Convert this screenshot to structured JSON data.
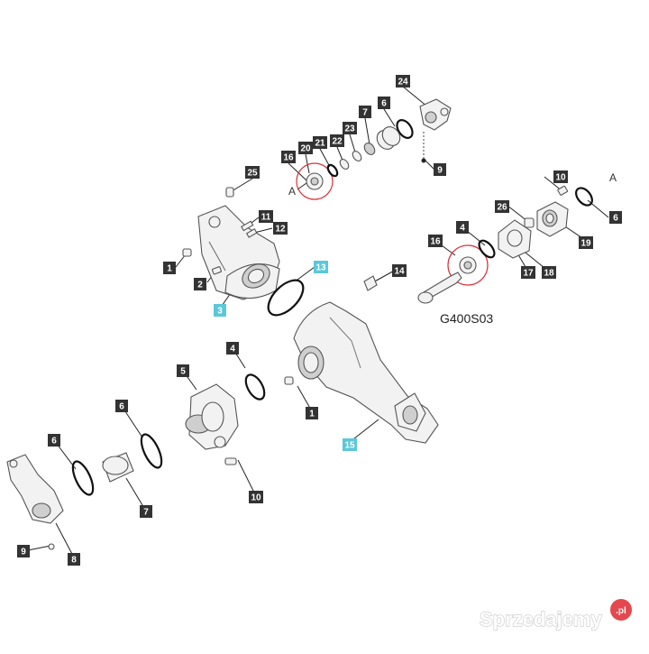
{
  "diagram": {
    "reference_code": "G400S03",
    "detail_letter": "A",
    "callouts": [
      {
        "id": "c24",
        "label": "24",
        "highlight": false
      },
      {
        "id": "c6a",
        "label": "6",
        "highlight": false
      },
      {
        "id": "c7a",
        "label": "7",
        "highlight": false
      },
      {
        "id": "c23",
        "label": "23",
        "highlight": false
      },
      {
        "id": "c20",
        "label": "20",
        "highlight": false
      },
      {
        "id": "c21",
        "label": "21",
        "highlight": false
      },
      {
        "id": "c22",
        "label": "22",
        "highlight": false
      },
      {
        "id": "c16a",
        "label": "16",
        "highlight": false
      },
      {
        "id": "c9a",
        "label": "9",
        "highlight": false
      },
      {
        "id": "c25",
        "label": "25",
        "highlight": false
      },
      {
        "id": "c11",
        "label": "11",
        "highlight": false
      },
      {
        "id": "c12",
        "label": "12",
        "highlight": false
      },
      {
        "id": "c1a",
        "label": "1",
        "highlight": false
      },
      {
        "id": "c2",
        "label": "2",
        "highlight": false
      },
      {
        "id": "c3",
        "label": "3",
        "highlight": true
      },
      {
        "id": "c13",
        "label": "13",
        "highlight": true
      },
      {
        "id": "c10a",
        "label": "10",
        "highlight": false
      },
      {
        "id": "c6b",
        "label": "6",
        "highlight": false
      },
      {
        "id": "c26",
        "label": "26",
        "highlight": false
      },
      {
        "id": "c19",
        "label": "19",
        "highlight": false
      },
      {
        "id": "c17",
        "label": "17",
        "highlight": false
      },
      {
        "id": "c18",
        "label": "18",
        "highlight": false
      },
      {
        "id": "c4a",
        "label": "4",
        "highlight": false
      },
      {
        "id": "c16b",
        "label": "16",
        "highlight": false
      },
      {
        "id": "c14",
        "label": "14",
        "highlight": false
      },
      {
        "id": "c4b",
        "label": "4",
        "highlight": false
      },
      {
        "id": "c5",
        "label": "5",
        "highlight": false
      },
      {
        "id": "c1b",
        "label": "1",
        "highlight": false
      },
      {
        "id": "c15",
        "label": "15",
        "highlight": true
      },
      {
        "id": "c6c",
        "label": "6",
        "highlight": false
      },
      {
        "id": "c6d",
        "label": "6",
        "highlight": false
      },
      {
        "id": "c7b",
        "label": "7",
        "highlight": false
      },
      {
        "id": "c10b",
        "label": "10",
        "highlight": false
      },
      {
        "id": "c9b",
        "label": "9",
        "highlight": false
      },
      {
        "id": "c8",
        "label": "8",
        "highlight": false
      }
    ]
  },
  "colors": {
    "callout_fill": "#333333",
    "callout_highlight_fill": "#5bc8d8",
    "detail_circle": "#d9303a"
  },
  "watermark": {
    "brand": "Sprzedajemy",
    "tld": ".pl"
  }
}
